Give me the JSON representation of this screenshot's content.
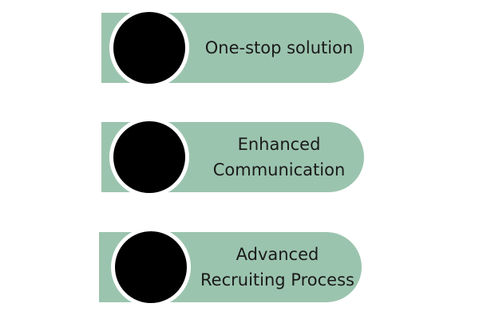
{
  "colors": {
    "pill": "#9bc4ae",
    "circle": "#000000",
    "background": "#ffffff",
    "text": "#1a1a1a"
  },
  "items": [
    {
      "lines": [
        "One-stop solution"
      ]
    },
    {
      "lines": [
        "Enhanced",
        "Communication"
      ]
    },
    {
      "lines": [
        "Advanced",
        "Recruiting Process"
      ]
    }
  ]
}
